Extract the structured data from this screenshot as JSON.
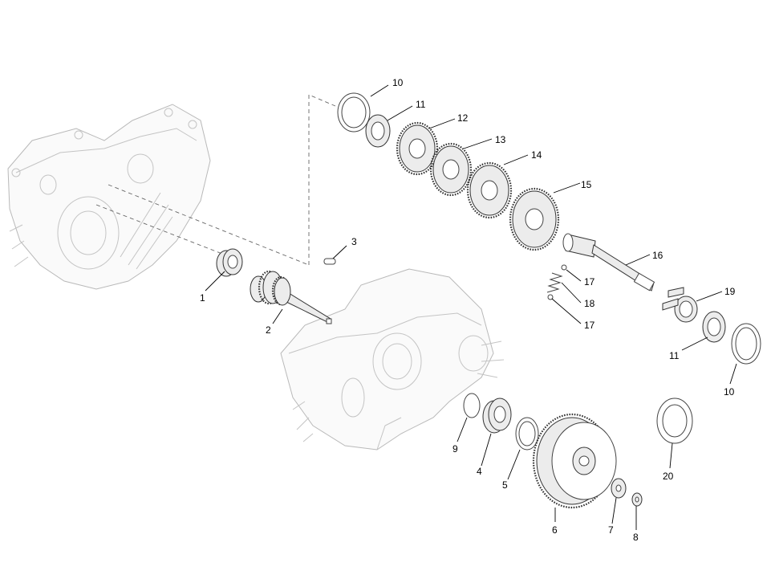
{
  "callouts": [
    {
      "id": "c1",
      "label": "1"
    },
    {
      "id": "c2",
      "label": "2"
    },
    {
      "id": "c3",
      "label": "3"
    },
    {
      "id": "c4",
      "label": "4"
    },
    {
      "id": "c5",
      "label": "5"
    },
    {
      "id": "c6",
      "label": "6"
    },
    {
      "id": "c7",
      "label": "7"
    },
    {
      "id": "c8",
      "label": "8"
    },
    {
      "id": "c9",
      "label": "9"
    },
    {
      "id": "c10a",
      "label": "10"
    },
    {
      "id": "c10b",
      "label": "10"
    },
    {
      "id": "c11a",
      "label": "11"
    },
    {
      "id": "c11b",
      "label": "11"
    },
    {
      "id": "c12",
      "label": "12"
    },
    {
      "id": "c13",
      "label": "13"
    },
    {
      "id": "c14",
      "label": "14"
    },
    {
      "id": "c15",
      "label": "15"
    },
    {
      "id": "c16",
      "label": "16"
    },
    {
      "id": "c17a",
      "label": "17"
    },
    {
      "id": "c17b",
      "label": "17"
    },
    {
      "id": "c18",
      "label": "18"
    },
    {
      "id": "c19",
      "label": "19"
    },
    {
      "id": "c20",
      "label": "20"
    }
  ]
}
